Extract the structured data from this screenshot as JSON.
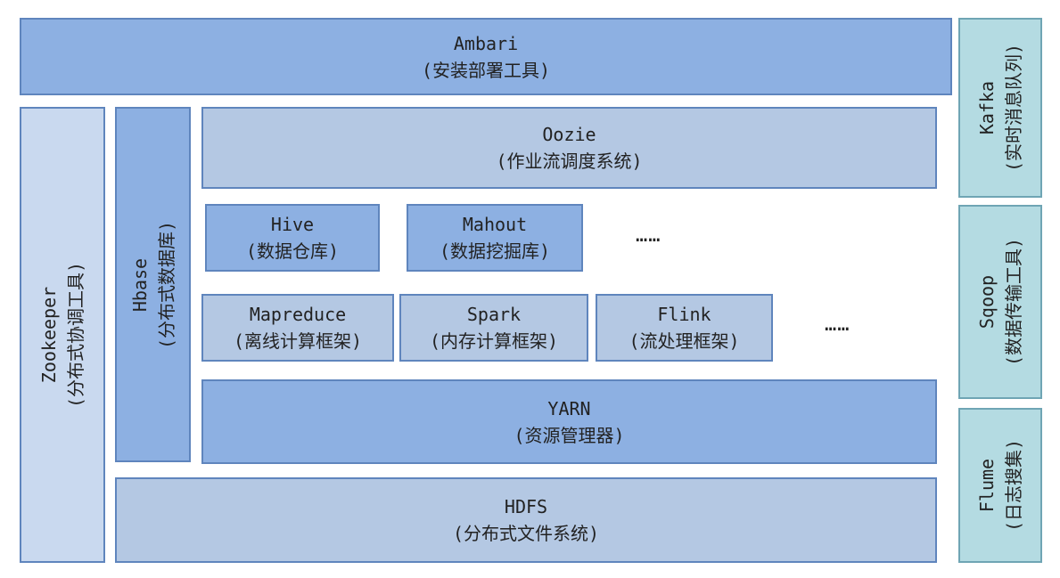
{
  "ambari": {
    "name": "Ambari",
    "desc": "(安装部署工具)"
  },
  "kafka": {
    "name": "Kafka",
    "desc": "(实时消息队列)"
  },
  "sqoop": {
    "name": "Sqoop",
    "desc": "(数据传输工具)"
  },
  "flume": {
    "name": "Flume",
    "desc": "(日志搜集)"
  },
  "zookeeper": {
    "name": "Zookeeper",
    "desc": "(分布式协调工具)"
  },
  "hbase": {
    "name": "Hbase",
    "desc": "(分布式数据库)"
  },
  "oozie": {
    "name": "Oozie",
    "desc": "(作业流调度系统)"
  },
  "hive": {
    "name": "Hive",
    "desc": "(数据仓库)"
  },
  "mahout": {
    "name": "Mahout",
    "desc": "(数据挖掘库)"
  },
  "dots1": "……",
  "mapreduce": {
    "name": "Mapreduce",
    "desc": "(离线计算框架)"
  },
  "spark": {
    "name": "Spark",
    "desc": "(内存计算框架)"
  },
  "flink": {
    "name": "Flink",
    "desc": "(流处理框架)"
  },
  "dots2": "……",
  "yarn": {
    "name": "YARN",
    "desc": "(资源管理器)"
  },
  "hdfs": {
    "name": "HDFS",
    "desc": "(分布式文件系统)"
  }
}
